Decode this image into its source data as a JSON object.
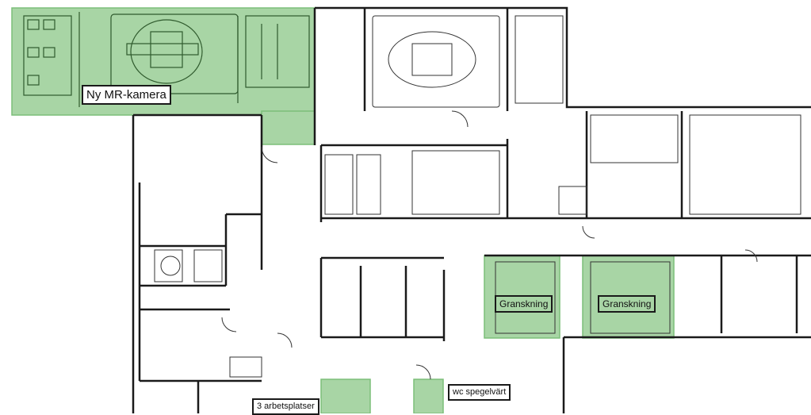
{
  "labels": {
    "mr_camera": "Ny MR-kamera",
    "exam_1": "Granskning",
    "exam_2": "Granskning",
    "wc": "wc spegelvärt",
    "workstations": "3 arbetsplatser"
  },
  "colors": {
    "highlight_fill": "#a8d5a5",
    "highlight_stroke": "#7cbf79",
    "wall": "#1a1a1a",
    "background": "#ffffff"
  }
}
